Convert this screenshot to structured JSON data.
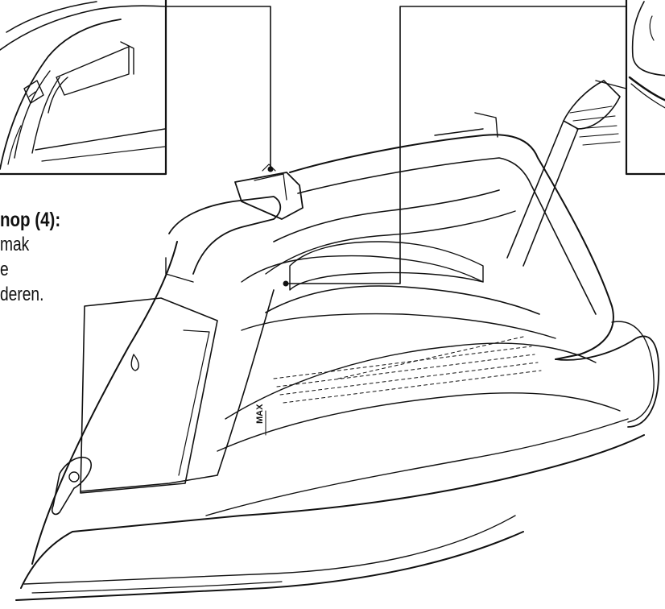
{
  "caption": {
    "heading": "nop (4):",
    "lines": [
      "mak",
      "e",
      "deren."
    ]
  },
  "labels": {
    "max_mark": "MAX"
  },
  "colors": {
    "ink": "#111111",
    "paper": "#ffffff"
  }
}
